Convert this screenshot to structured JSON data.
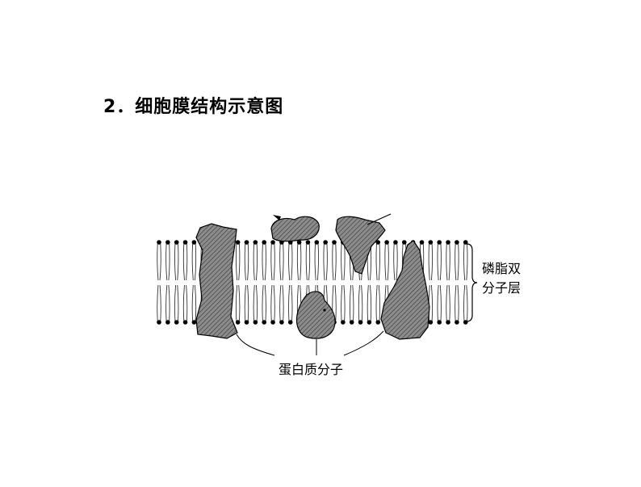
{
  "title": "2．细胞膜结构示意图",
  "labels": {
    "bilayer": [
      "磷脂双",
      "分子层"
    ],
    "protein": "蛋白质分子"
  },
  "colors": {
    "background": "#ffffff",
    "text": "#000000",
    "protein_fill": "#8c8c8c",
    "protein_hatch": "#3a3a3a",
    "line": "#000000"
  }
}
